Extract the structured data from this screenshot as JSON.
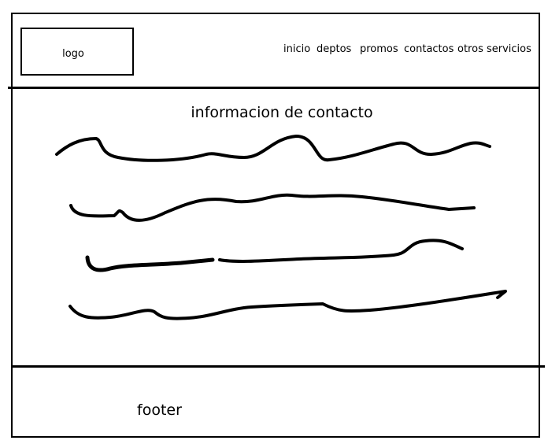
{
  "header": {
    "logo_label": "logo",
    "nav": [
      "inicio",
      "deptos",
      "promos",
      "contactos",
      "otros servicios"
    ]
  },
  "main": {
    "title": "informacion de contacto"
  },
  "footer": {
    "label": "footer"
  }
}
